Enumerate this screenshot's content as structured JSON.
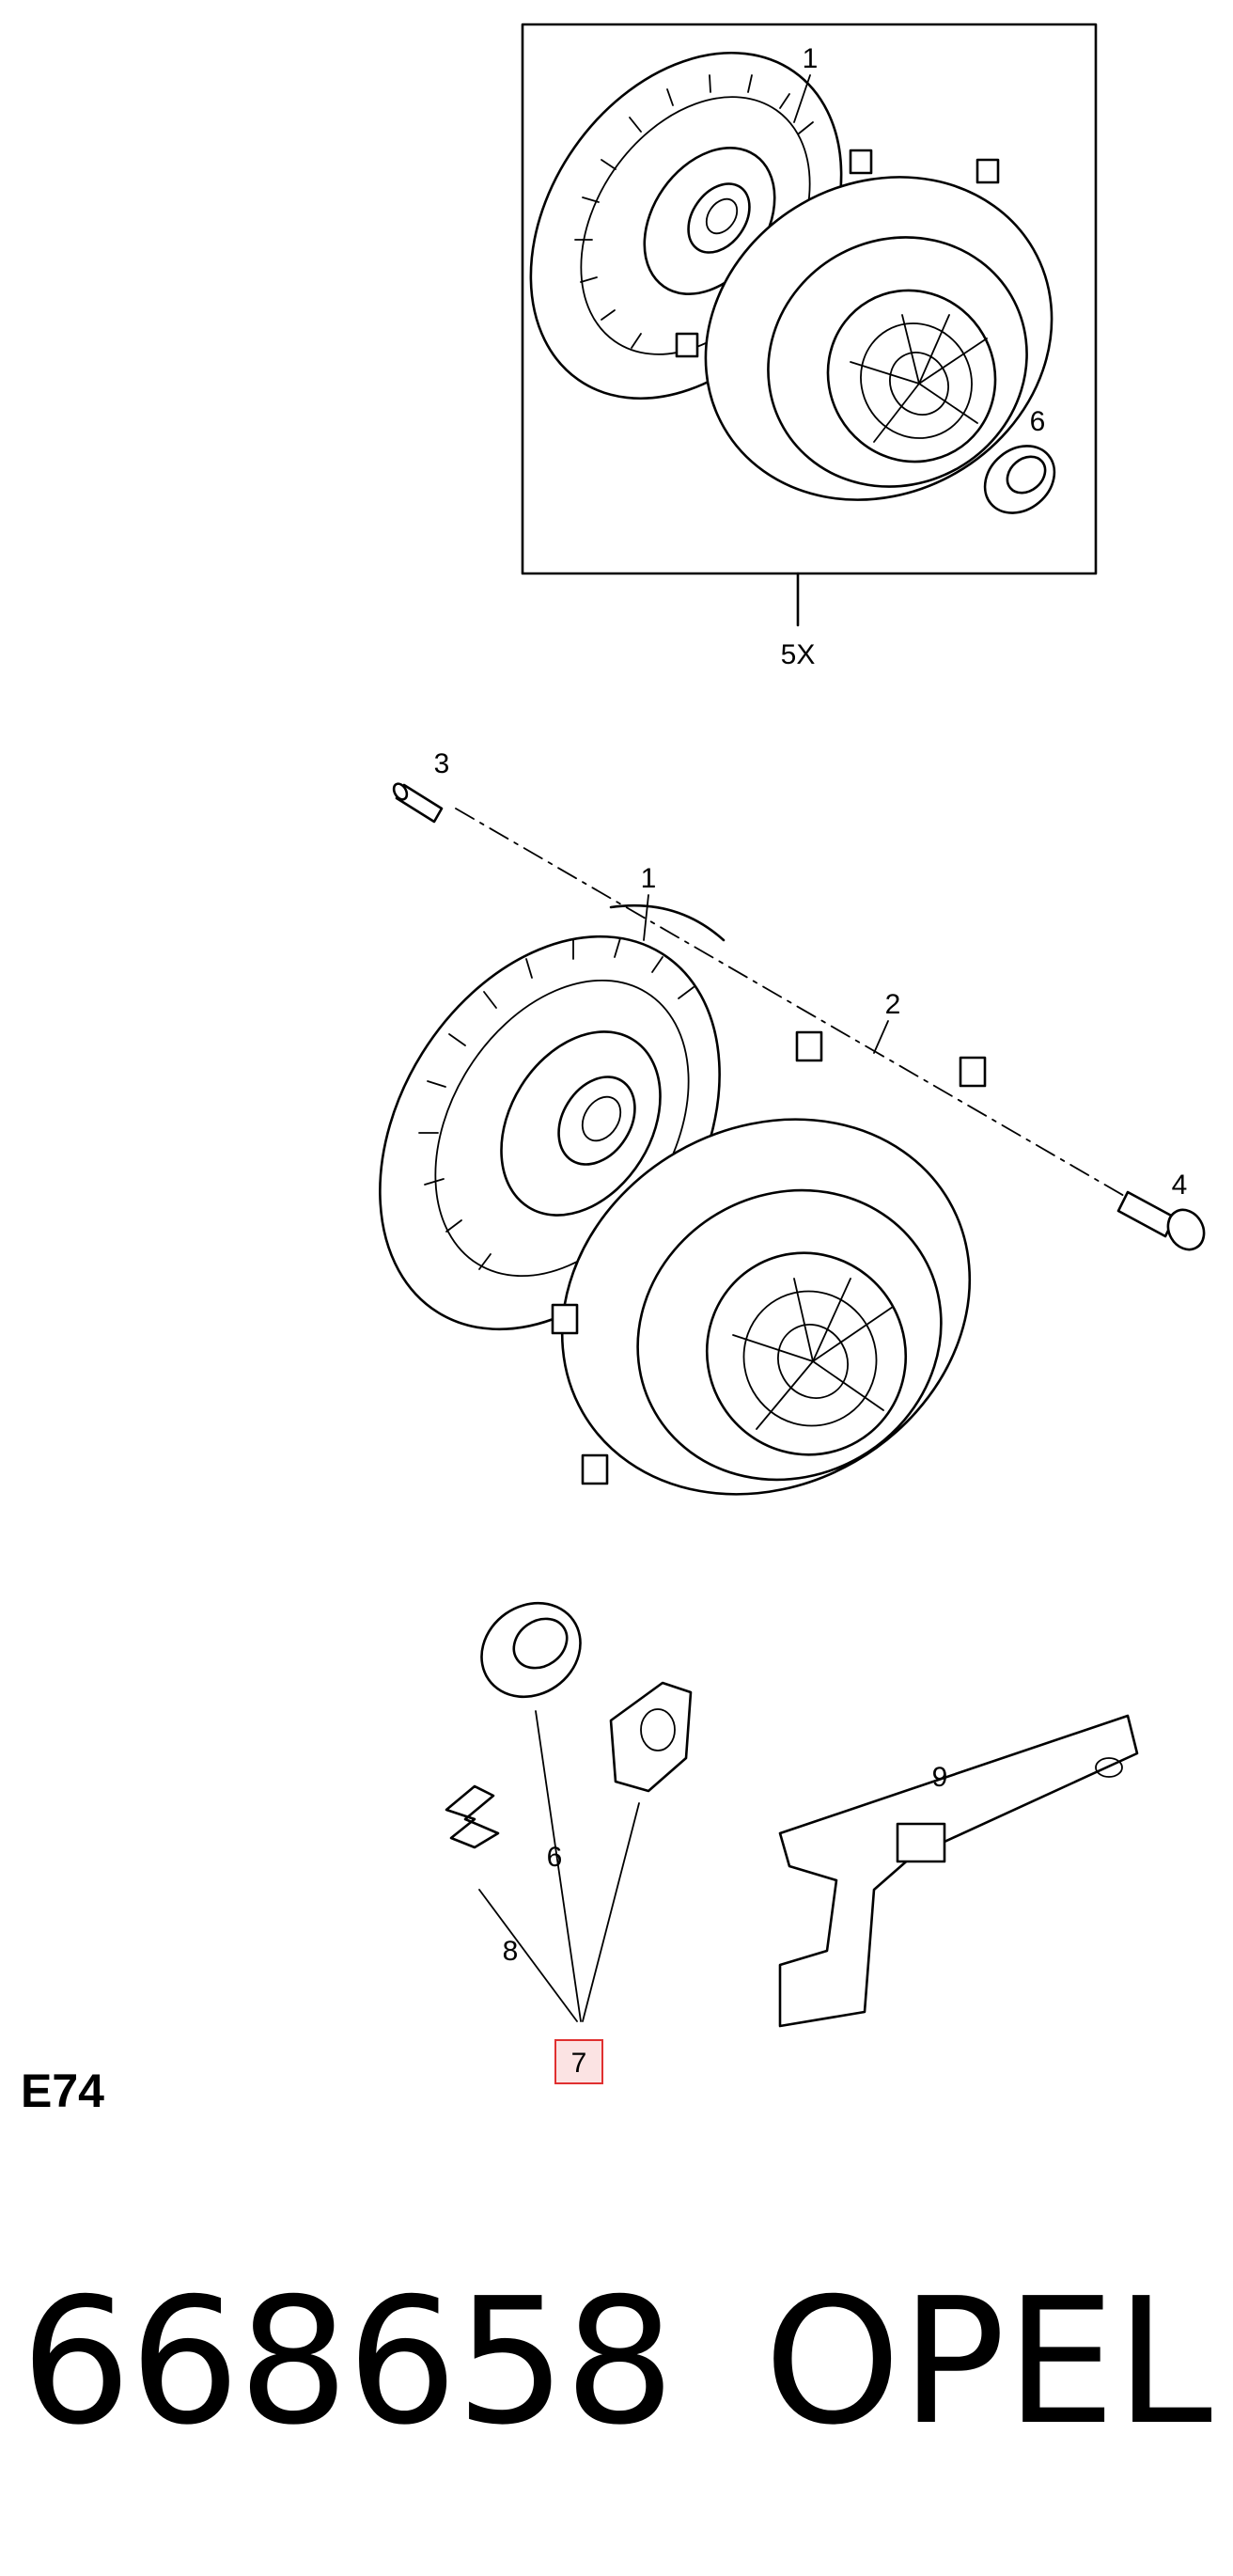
{
  "diagram": {
    "kit_box": {
      "label": "5X",
      "callouts": {
        "disc": "1",
        "bearing": "6"
      }
    },
    "exploded": {
      "callouts": {
        "disc": "1",
        "pressure_plate": "2",
        "pin": "3",
        "bolt": "4",
        "release_bearing": "6",
        "highlighted_part": "7",
        "clip": "8",
        "release_fork": "9"
      }
    },
    "highlight_color": "#e03030"
  },
  "section_code": "E74",
  "part_number": "668658",
  "brand": "OPEL"
}
